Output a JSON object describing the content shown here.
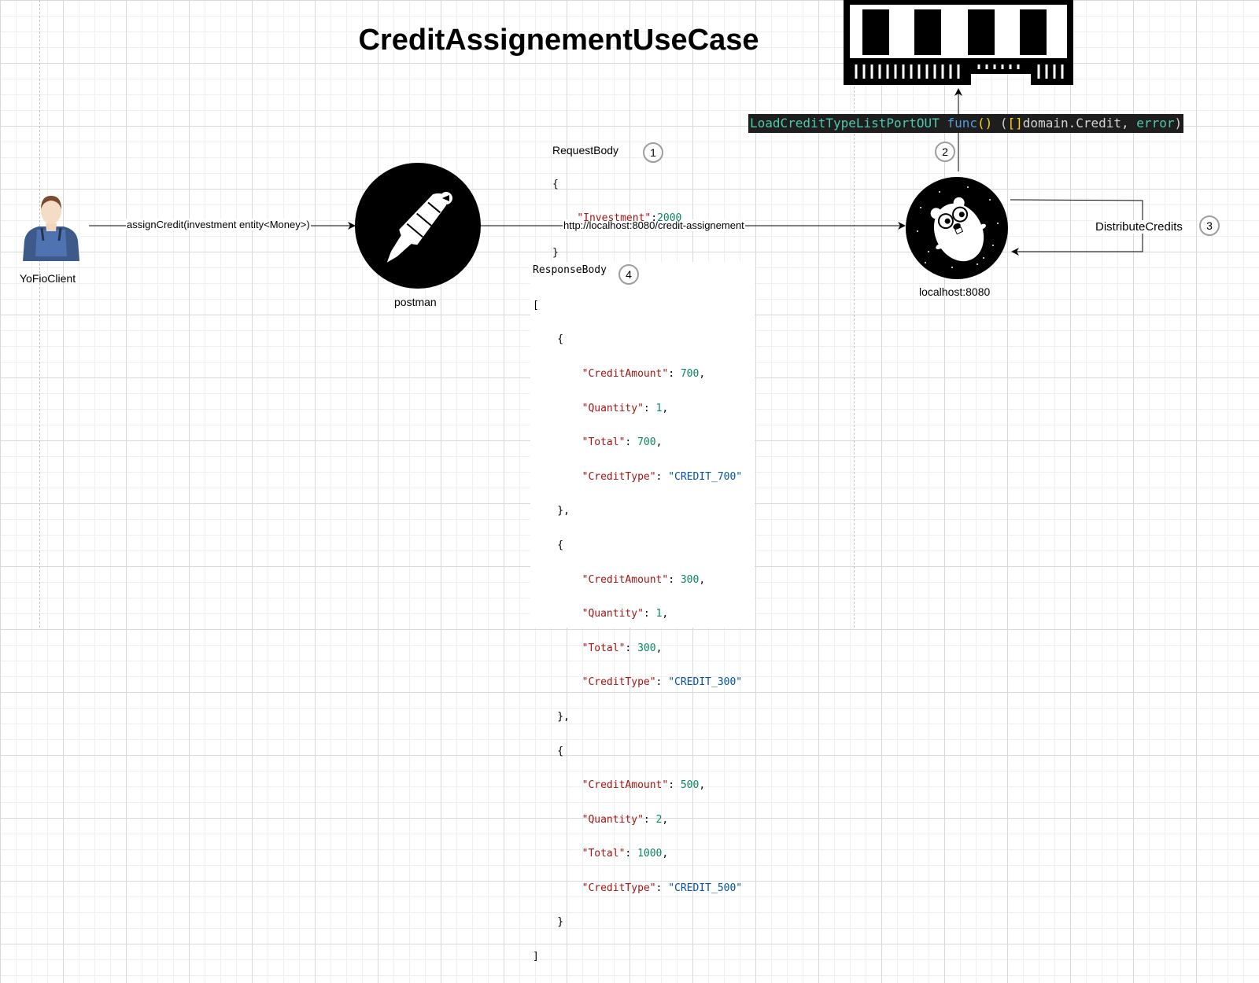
{
  "title": "CreditAssignementUseCase",
  "actors": {
    "client": "YoFioClient",
    "postman": "postman",
    "server": "localhost:8080"
  },
  "edges": {
    "assign_credit": "assignCredit(investment entity<Money>)",
    "url": "http://localhost:8080/credit-assignement",
    "distribute": "DistributeCredits"
  },
  "port_signature": {
    "type_name": "LoadCreditTypeListPortOUT",
    "keyword": "func",
    "open_paren": "()",
    "return_open": " (",
    "slice": "[]",
    "domain": "domain.Credit, ",
    "error": "error",
    "return_close": ")"
  },
  "steps": {
    "request": "1",
    "load": "2",
    "distribute": "3",
    "response": "4"
  },
  "request_body": {
    "label": "RequestBody",
    "open": "{",
    "key": "\"Investment\"",
    "sep": ":",
    "value": "2000",
    "close": "}"
  },
  "response_body": {
    "label": "ResponseBody",
    "open": "[",
    "close": "]",
    "items": [
      {
        "credit_amount": "700",
        "quantity": "1",
        "total": "700",
        "credit_type": "\"CREDIT_700\""
      },
      {
        "credit_amount": "300",
        "quantity": "1",
        "total": "300",
        "credit_type": "\"CREDIT_300\""
      },
      {
        "credit_amount": "500",
        "quantity": "2",
        "total": "1000",
        "credit_type": "\"CREDIT_500\""
      }
    ],
    "keys": {
      "credit_amount": "\"CreditAmount\"",
      "quantity": "\"Quantity\"",
      "total": "\"Total\"",
      "credit_type": "\"CreditType\""
    }
  }
}
